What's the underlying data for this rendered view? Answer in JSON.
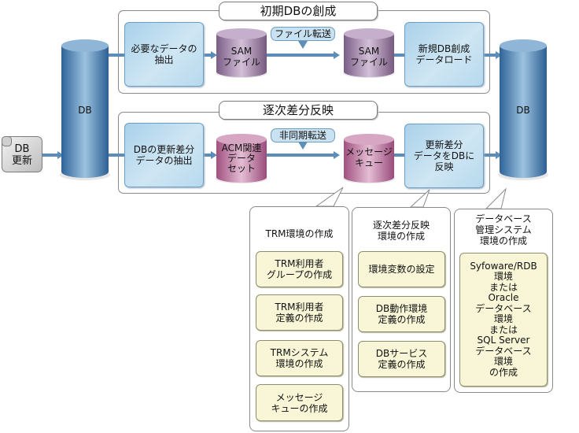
{
  "sources": {
    "db_update": "DB\n更新",
    "source_db": "DB",
    "target_db": "DB"
  },
  "initial_db": {
    "title": "初期DBの創成",
    "extract": "必要なデータの\n抽出",
    "sam_file_1": "SAM\nファイル",
    "transfer_label": "ファイル転送",
    "sam_file_2": "SAM\nファイル",
    "load": "新規DB創成\nデータロード"
  },
  "incremental": {
    "title": "逐次差分反映",
    "extract": "DBの更新差分\nデータの抽出",
    "acm_dataset": "ACM関連\nデータ\nセット",
    "transfer_label": "非同期転送",
    "message_queue": "メッセージ\nキュー",
    "apply": "更新差分\nデータをDBに\n反映"
  },
  "callouts": [
    {
      "title": "TRM環境の作成",
      "tasks": [
        "TRM利用者\nグループの作成",
        "TRM利用者\n定義の作成",
        "TRMシステム\n環境の作成",
        "メッセージ\nキューの作成"
      ]
    },
    {
      "title": "逐次差分反映\n環境の作成",
      "tasks": [
        "環境変数の設定",
        "DB動作環境\n定義の作成",
        "DBサービス\n定義の作成"
      ]
    },
    {
      "title": "データベース\n管理システム\n環境の作成",
      "tasks": [
        "Syfoware/RDB\n環境\nまたは\nOracle\nデータベース\n環境\nまたは\nSQL Server\nデータベース\n環境\nの作成"
      ]
    }
  ],
  "colors": {
    "db_blue": "#3f72a6",
    "process_blue": "#bfe0f1",
    "file_purple": "#9b7aa4",
    "dataset_pink": "#b46f9a",
    "arrow": "#5b8db8",
    "task_yellow": "#f8f6d6"
  }
}
